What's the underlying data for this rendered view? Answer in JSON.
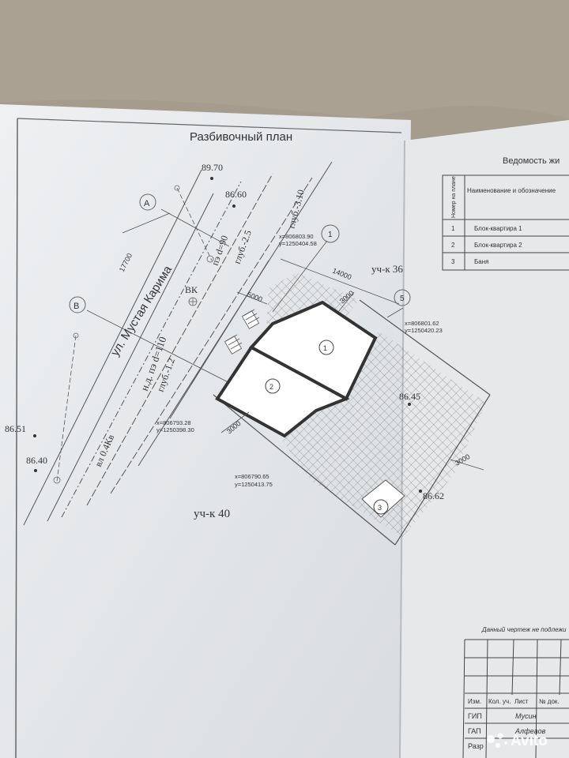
{
  "plan": {
    "title": "Разбивочный план",
    "street": "ул. Мустая Карима",
    "cable": "вл 0.4Кв",
    "pipe_upper": "пэ d=90",
    "depth_upper_1": "глуб.-2.5",
    "depth_upper_2": "глуб.-3.10",
    "pipe_lower": "н.д. пэ d=110",
    "depth_lower": "глуб.-1.2",
    "manhole": "ВК",
    "axis_a": "А",
    "axis_b": "В",
    "axis_1": "1",
    "axis_5": "5",
    "dim_17700": "17700",
    "dim_14000": "14000",
    "dim_5000": "5000",
    "dim_3000_a": "3000",
    "dim_3000_b": "3000",
    "dim_3000_c": "3000",
    "plot_36": "уч-к 36",
    "plot_40": "уч-к 40",
    "elevations": [
      "89.70",
      "86.60",
      "86.51",
      "86.40",
      "86.45",
      "86.62"
    ],
    "coord_1": {
      "x": "x=806803.90",
      "y": "y=1250404.58"
    },
    "coord_2": {
      "x": "x=806801.62",
      "y": "y=1250420.23"
    },
    "coord_3": {
      "x": "x=806793.28",
      "y": "y=1250398.30"
    },
    "coord_4": {
      "x": "x=806790.65",
      "y": "y=1250413.75"
    },
    "building_1": "1",
    "building_2": "2",
    "building_3": "3"
  },
  "schedule": {
    "title": "Ведомость жи",
    "col_num": "Номер на плане",
    "col_name": "Наименование и обозначение",
    "rows": [
      {
        "num": "1",
        "name": "Блок-квартира 1"
      },
      {
        "num": "2",
        "name": "Блок-квартира 2"
      },
      {
        "num": "3",
        "name": "Баня"
      }
    ]
  },
  "stamp": {
    "note": "Данный чертеж не подлежи",
    "head": [
      "Изм.",
      "Кол. уч.",
      "Лист",
      "№ док."
    ],
    "rows": [
      {
        "role": "ГИП",
        "name": "Мусин"
      },
      {
        "role": "ГАП",
        "name": "Алфеаов"
      },
      {
        "role": "Разр",
        "name": ""
      }
    ]
  },
  "watermark": "Avito"
}
